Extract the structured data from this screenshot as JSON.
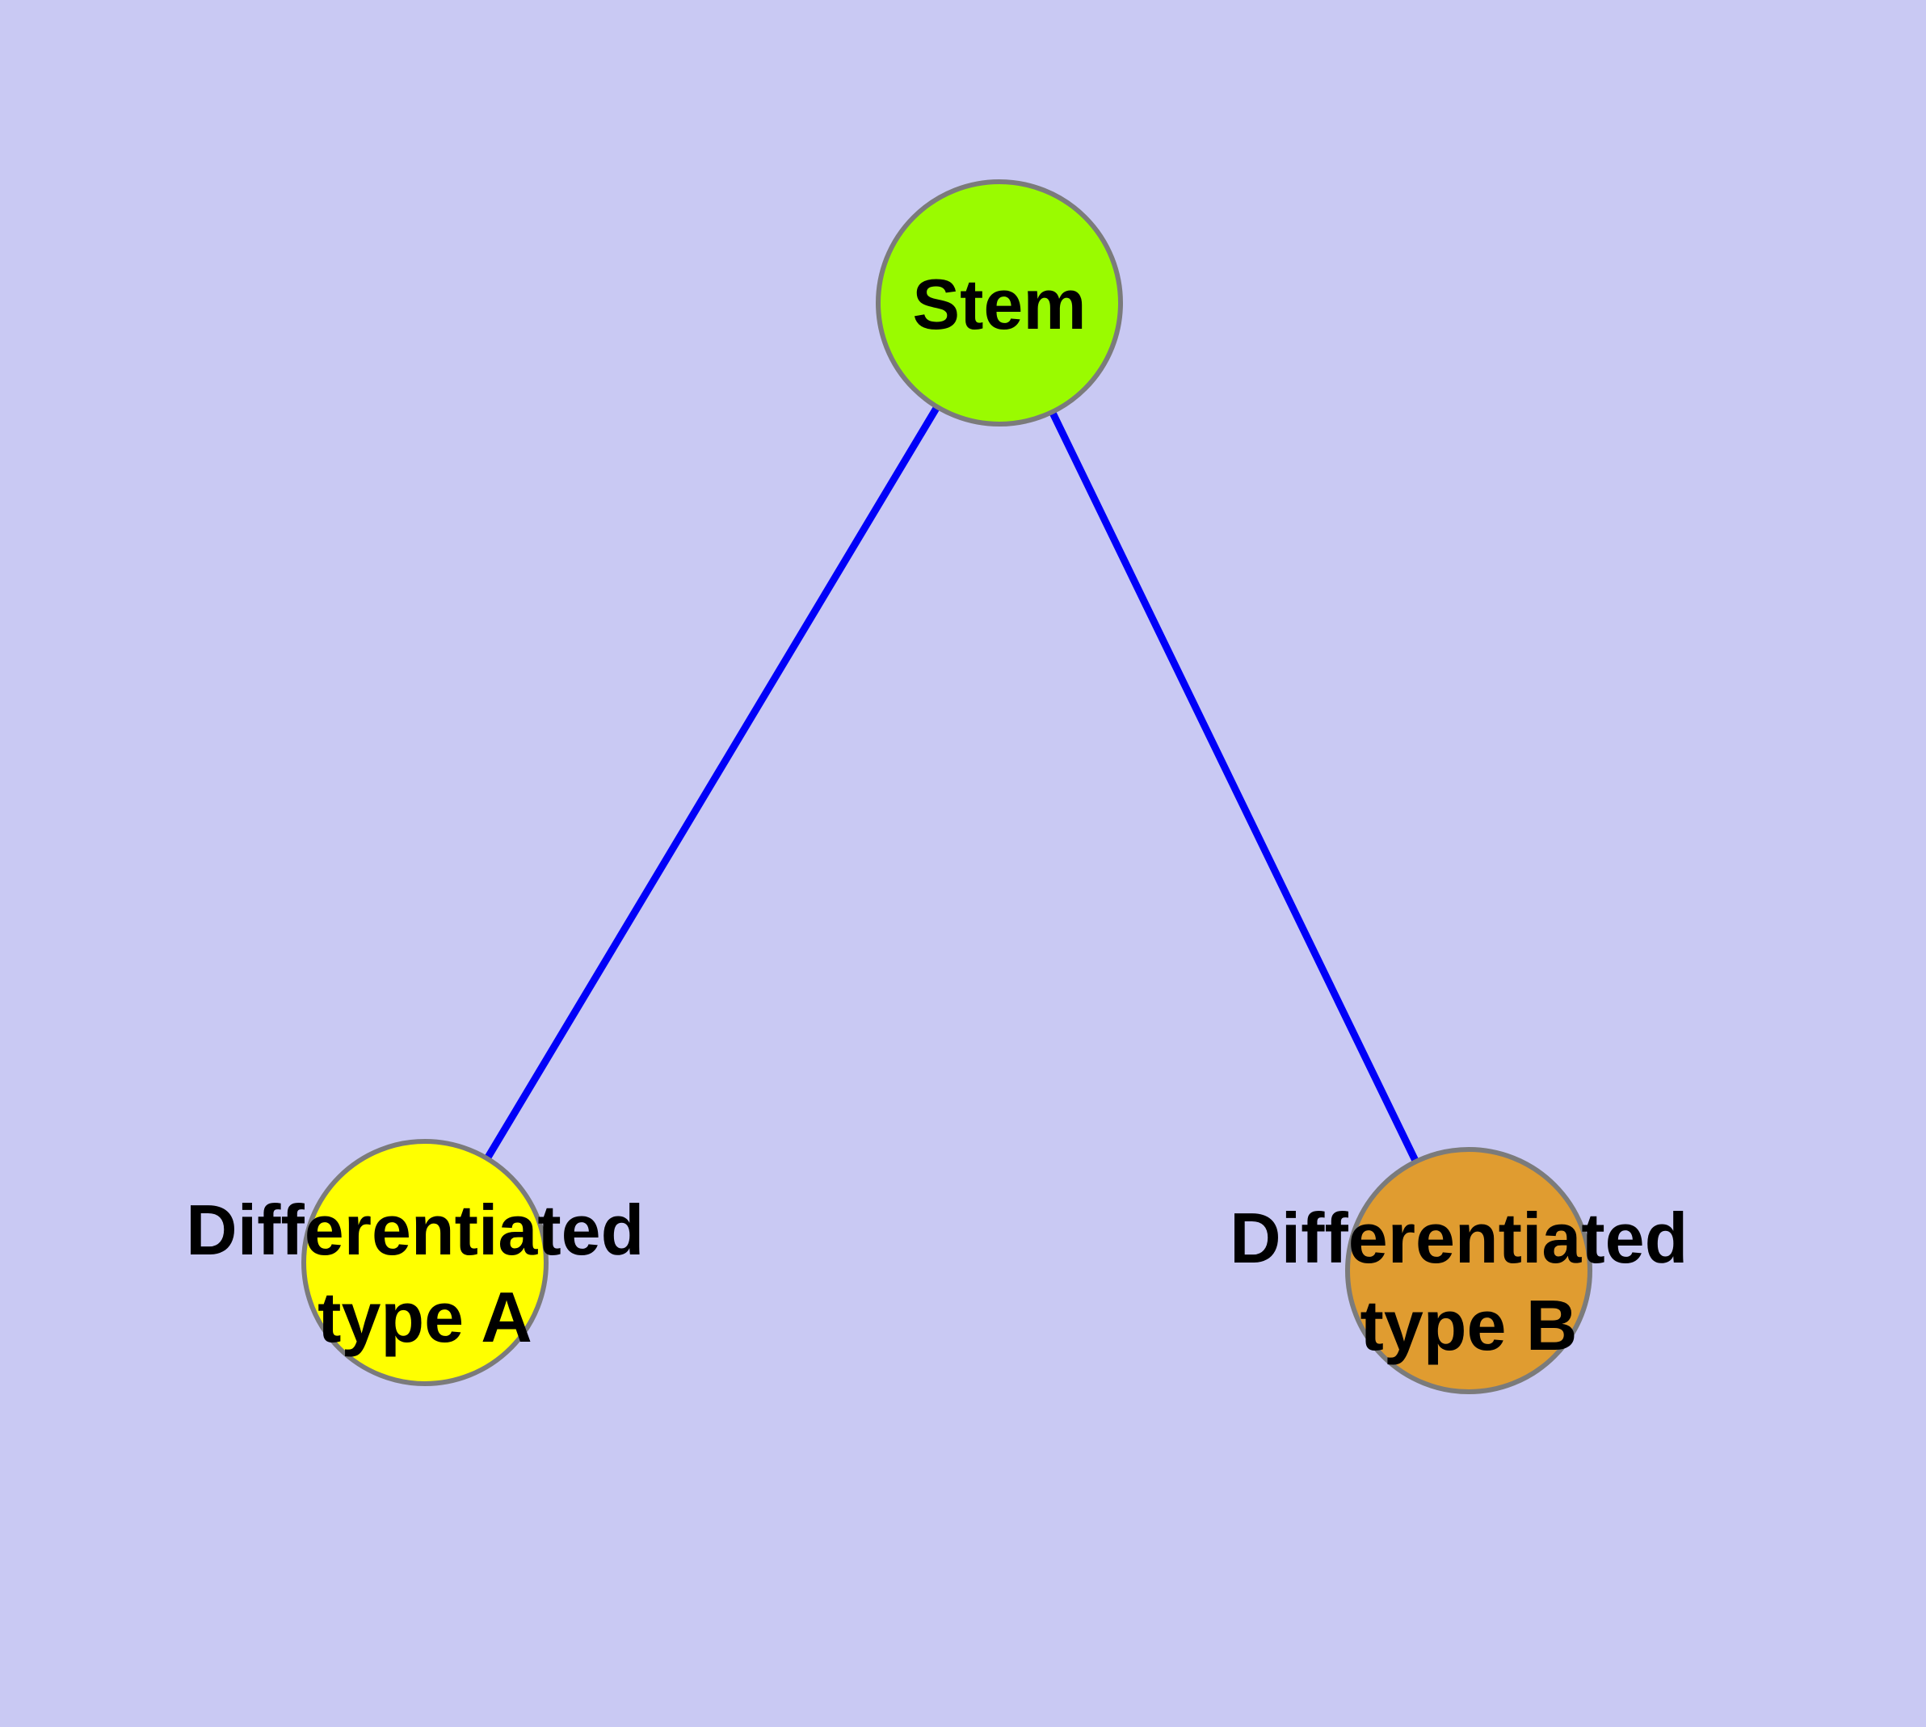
{
  "canvas": {
    "background": "#C9C9F3"
  },
  "edges": {
    "color": "#0000F8",
    "width": 9,
    "connections": [
      {
        "from": "Stem",
        "to": "Differentiated type A"
      },
      {
        "from": "Stem",
        "to": "Differentiated type B"
      }
    ]
  },
  "nodes": [
    {
      "id": "stem",
      "label": "Stem",
      "label_lines": [
        "Stem"
      ],
      "fill": "#9AFB00",
      "border": "#7B7B7B"
    },
    {
      "id": "type-a",
      "label": "Differentiated type A",
      "label_lines": [
        "Differentiated",
        "type A"
      ],
      "fill": "#FFFF00",
      "border": "#7B7B7B"
    },
    {
      "id": "type-b",
      "label": "Differentiated type B",
      "label_lines": [
        "Differentiated",
        "type B"
      ],
      "fill": "#E09C30",
      "border": "#7B7B7B"
    }
  ]
}
